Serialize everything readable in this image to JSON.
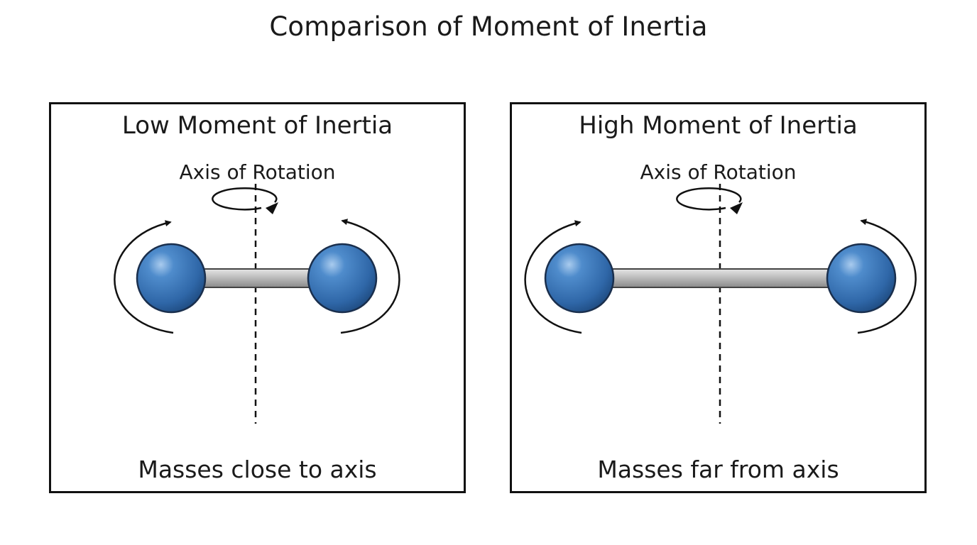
{
  "title": "Comparison of Moment of Inertia",
  "panels": [
    {
      "title": "Low Moment of Inertia",
      "axis_label": "Axis of Rotation",
      "caption": "Masses close to axis"
    },
    {
      "title": "High Moment of Inertia",
      "axis_label": "Axis of Rotation",
      "caption": "Masses far from axis"
    }
  ],
  "colors": {
    "mass": "#3a72b4",
    "rod": "#b8b8b8",
    "line": "#111111"
  }
}
